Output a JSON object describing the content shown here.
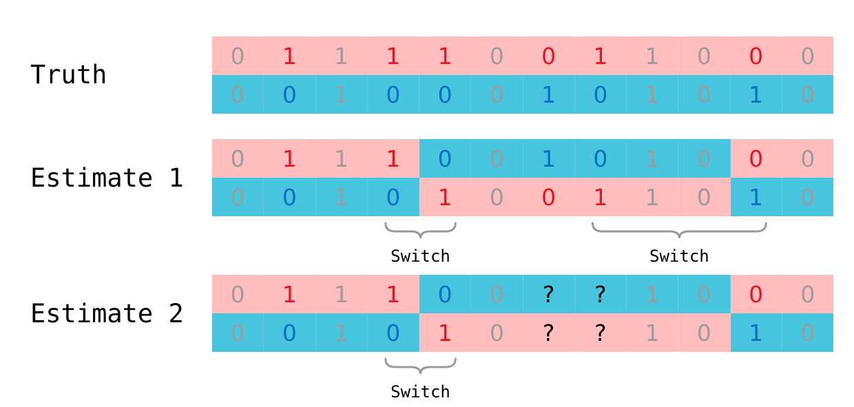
{
  "colors": {
    "pink_bg": "#ffbdbd",
    "cyan_bg": "#48c5de",
    "grey_digit": "#9b9b9b",
    "red_digit": "#e8141e",
    "blue_digit": "#0a6fc2",
    "unknown_digit": "#000000",
    "brace": "#999999"
  },
  "groups": [
    {
      "label": "Truth",
      "rows": [
        {
          "bg": [
            "pink",
            "pink",
            "pink",
            "pink",
            "pink",
            "pink",
            "pink",
            "pink",
            "pink",
            "pink",
            "pink",
            "pink"
          ],
          "cells": [
            {
              "v": "0",
              "c": "grey"
            },
            {
              "v": "1",
              "c": "red"
            },
            {
              "v": "1",
              "c": "grey"
            },
            {
              "v": "1",
              "c": "red"
            },
            {
              "v": "1",
              "c": "red"
            },
            {
              "v": "0",
              "c": "grey"
            },
            {
              "v": "0",
              "c": "red"
            },
            {
              "v": "1",
              "c": "red"
            },
            {
              "v": "1",
              "c": "grey"
            },
            {
              "v": "0",
              "c": "grey"
            },
            {
              "v": "0",
              "c": "red"
            },
            {
              "v": "0",
              "c": "grey"
            }
          ]
        },
        {
          "bg": [
            "cyan",
            "cyan",
            "cyan",
            "cyan",
            "cyan",
            "cyan",
            "cyan",
            "cyan",
            "cyan",
            "cyan",
            "cyan",
            "cyan"
          ],
          "cells": [
            {
              "v": "0",
              "c": "grey"
            },
            {
              "v": "0",
              "c": "blue"
            },
            {
              "v": "1",
              "c": "grey"
            },
            {
              "v": "0",
              "c": "blue"
            },
            {
              "v": "0",
              "c": "blue"
            },
            {
              "v": "0",
              "c": "grey"
            },
            {
              "v": "1",
              "c": "blue"
            },
            {
              "v": "0",
              "c": "blue"
            },
            {
              "v": "1",
              "c": "grey"
            },
            {
              "v": "0",
              "c": "grey"
            },
            {
              "v": "1",
              "c": "blue"
            },
            {
              "v": "0",
              "c": "grey"
            }
          ]
        }
      ]
    },
    {
      "label": "Estimate 1",
      "rows": [
        {
          "bg": [
            "pink",
            "pink",
            "pink",
            "pink",
            "cyan",
            "cyan",
            "cyan",
            "cyan",
            "cyan",
            "cyan",
            "pink",
            "pink"
          ],
          "cells": [
            {
              "v": "0",
              "c": "grey"
            },
            {
              "v": "1",
              "c": "red"
            },
            {
              "v": "1",
              "c": "grey"
            },
            {
              "v": "1",
              "c": "red"
            },
            {
              "v": "0",
              "c": "blue"
            },
            {
              "v": "0",
              "c": "grey"
            },
            {
              "v": "1",
              "c": "blue"
            },
            {
              "v": "0",
              "c": "blue"
            },
            {
              "v": "1",
              "c": "grey"
            },
            {
              "v": "0",
              "c": "grey"
            },
            {
              "v": "0",
              "c": "red"
            },
            {
              "v": "0",
              "c": "grey"
            }
          ]
        },
        {
          "bg": [
            "cyan",
            "cyan",
            "cyan",
            "cyan",
            "pink",
            "pink",
            "pink",
            "pink",
            "pink",
            "pink",
            "cyan",
            "cyan"
          ],
          "cells": [
            {
              "v": "0",
              "c": "grey"
            },
            {
              "v": "0",
              "c": "blue"
            },
            {
              "v": "1",
              "c": "grey"
            },
            {
              "v": "0",
              "c": "blue"
            },
            {
              "v": "1",
              "c": "red"
            },
            {
              "v": "0",
              "c": "grey"
            },
            {
              "v": "0",
              "c": "red"
            },
            {
              "v": "1",
              "c": "red"
            },
            {
              "v": "1",
              "c": "grey"
            },
            {
              "v": "0",
              "c": "grey"
            },
            {
              "v": "1",
              "c": "blue"
            },
            {
              "v": "0",
              "c": "grey"
            }
          ]
        }
      ]
    },
    {
      "label": "Estimate 2",
      "rows": [
        {
          "bg": [
            "pink",
            "pink",
            "pink",
            "pink",
            "cyan",
            "cyan",
            "cyan",
            "cyan",
            "cyan",
            "cyan",
            "pink",
            "pink"
          ],
          "cells": [
            {
              "v": "0",
              "c": "grey"
            },
            {
              "v": "1",
              "c": "red"
            },
            {
              "v": "1",
              "c": "grey"
            },
            {
              "v": "1",
              "c": "red"
            },
            {
              "v": "0",
              "c": "blue"
            },
            {
              "v": "0",
              "c": "grey"
            },
            {
              "v": "?",
              "c": "black"
            },
            {
              "v": "?",
              "c": "black"
            },
            {
              "v": "1",
              "c": "grey"
            },
            {
              "v": "0",
              "c": "grey"
            },
            {
              "v": "0",
              "c": "red"
            },
            {
              "v": "0",
              "c": "grey"
            }
          ]
        },
        {
          "bg": [
            "cyan",
            "cyan",
            "cyan",
            "cyan",
            "pink",
            "pink",
            "pink",
            "pink",
            "pink",
            "pink",
            "cyan",
            "cyan"
          ],
          "cells": [
            {
              "v": "0",
              "c": "grey"
            },
            {
              "v": "0",
              "c": "blue"
            },
            {
              "v": "1",
              "c": "grey"
            },
            {
              "v": "0",
              "c": "blue"
            },
            {
              "v": "1",
              "c": "red"
            },
            {
              "v": "0",
              "c": "grey"
            },
            {
              "v": "?",
              "c": "black"
            },
            {
              "v": "?",
              "c": "black"
            },
            {
              "v": "1",
              "c": "grey"
            },
            {
              "v": "0",
              "c": "grey"
            },
            {
              "v": "1",
              "c": "blue"
            },
            {
              "v": "0",
              "c": "grey"
            }
          ]
        }
      ]
    }
  ],
  "switches": [
    {
      "label": "Switch",
      "group": 1,
      "from_cell": 3,
      "to_cell": 4
    },
    {
      "label": "Switch",
      "group": 1,
      "from_cell": 7,
      "to_cell": 10
    },
    {
      "label": "Switch",
      "group": 2,
      "from_cell": 3,
      "to_cell": 4
    }
  ]
}
